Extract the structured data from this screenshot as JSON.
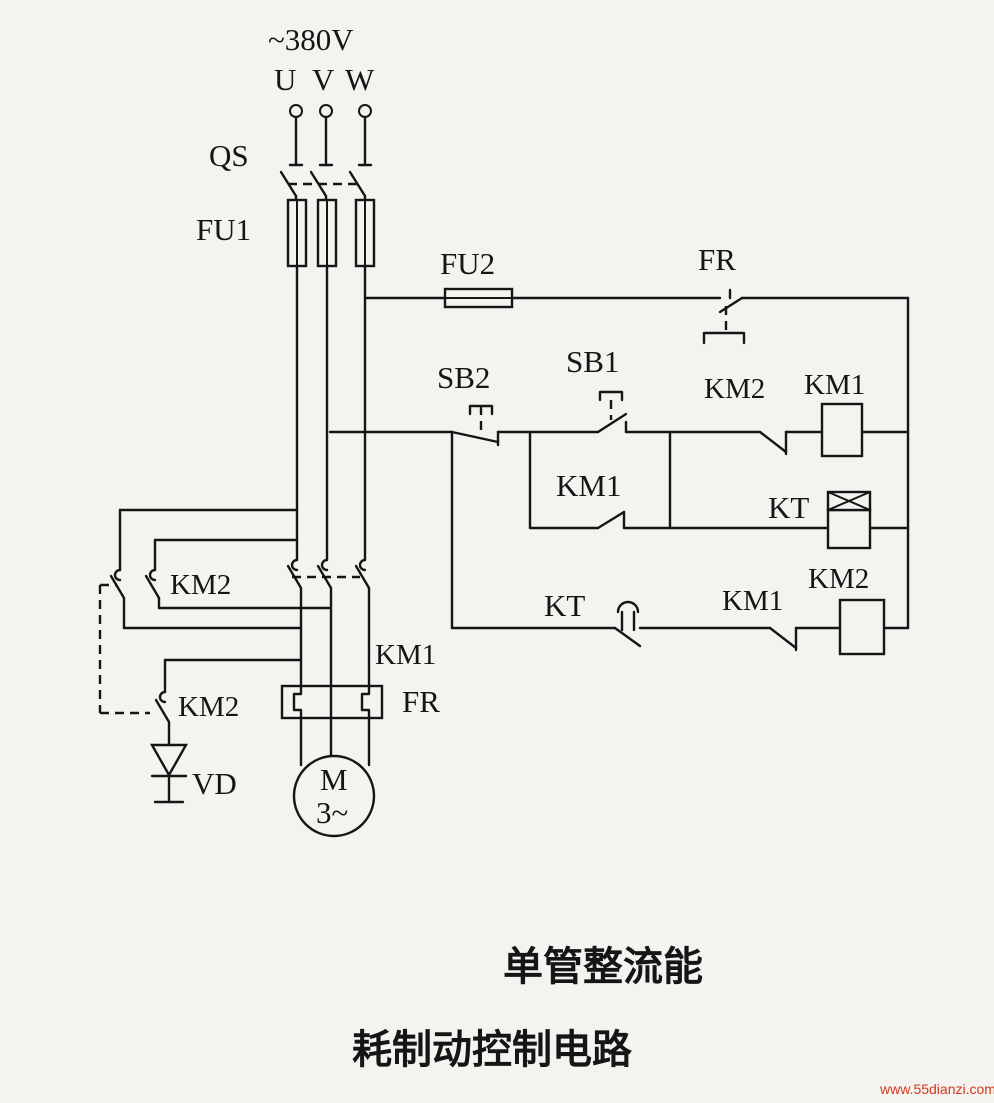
{
  "supply": {
    "voltage": "~380V",
    "phases": [
      "U",
      "V",
      "W"
    ]
  },
  "labels": {
    "qs": "QS",
    "fu1": "FU1",
    "fu2": "FU2",
    "fr_contact": "FR",
    "sb2": "SB2",
    "sb1": "SB1",
    "km2_nc": "KM2",
    "km1_coil": "KM1",
    "km1_hold": "KM1",
    "kt_coil": "KT",
    "kt_contact": "KT",
    "km1_nc": "KM1",
    "km2_coil": "KM2",
    "km2_main": "KM2",
    "km1_main": "KM1",
    "km2_brake": "KM2",
    "fr_relay": "FR",
    "vd": "VD",
    "motor_m": "M",
    "motor_phase": "3~"
  },
  "caption": {
    "line1": "单管整流能",
    "line2": "耗制动控制电路"
  },
  "watermark": "www.55dianzi.com",
  "colors": {
    "ink": "#151515",
    "paper": "#f4f3f0",
    "watermark": "#d4371e"
  }
}
